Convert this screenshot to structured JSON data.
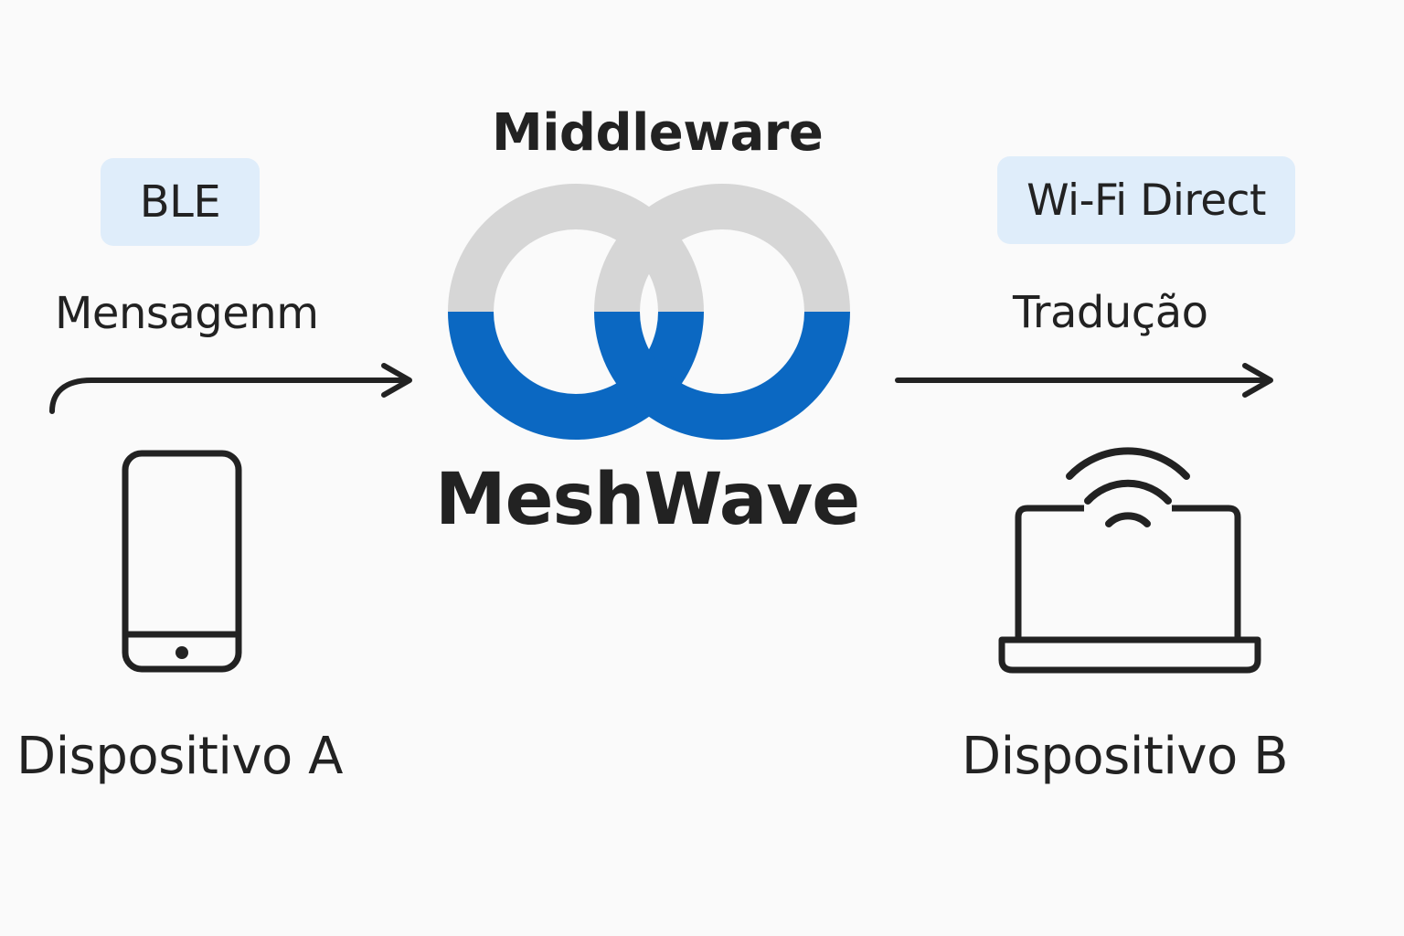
{
  "middleware": {
    "title": "Middleware"
  },
  "protocols": {
    "left": "BLE",
    "right": "Wi-Fi Direct"
  },
  "flow": {
    "left_label": "Mensagenm",
    "right_label": "Tradução"
  },
  "brand": {
    "name": "MeshWave",
    "logo_icon": "interlocked-rings-logo"
  },
  "devices": {
    "a": {
      "label": "Dispositivo A",
      "icon": "smartphone-icon"
    },
    "b": {
      "label": "Dispositivo B",
      "icon": "laptop-wifi-icon"
    }
  },
  "colors": {
    "background": "#fafafa",
    "text": "#222222",
    "pill_bg": "#dfedfa",
    "ring_gray": "#d6d6d6",
    "ring_blue": "#0b68c2",
    "stroke": "#222222"
  }
}
